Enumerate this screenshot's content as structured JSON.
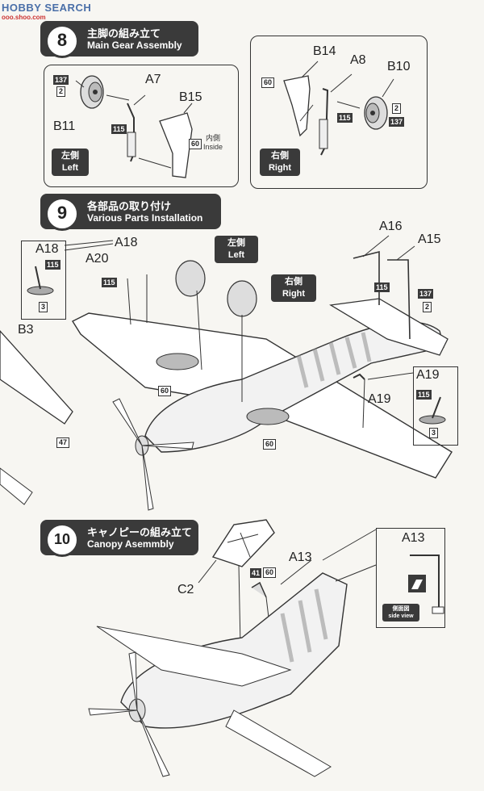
{
  "watermark": {
    "main": "HOBBY SEARCH",
    "sub": "ooo.shoo.com"
  },
  "step8": {
    "number": "8",
    "title_jp": "主脚の組み立て",
    "title_en": "Main Gear Assembly",
    "left_panel": {
      "paints": [
        "137",
        "2",
        "115",
        "60"
      ],
      "parts": [
        "A7",
        "B15",
        "B11"
      ],
      "inside_jp": "内側",
      "inside_en": "Inside",
      "side_jp": "左側",
      "side_en": "Left"
    },
    "right_panel": {
      "paints": [
        "60",
        "115",
        "2",
        "137"
      ],
      "parts": [
        "B14",
        "A8",
        "B10"
      ],
      "side_jp": "右側",
      "side_en": "Right"
    }
  },
  "step9": {
    "number": "9",
    "title_jp": "各部品の取り付け",
    "title_en": "Various Parts Installation",
    "inset_left": {
      "part": "A18",
      "paints": [
        "115",
        "3"
      ]
    },
    "labels": [
      "A18",
      "A20",
      "A16",
      "A15",
      "A19",
      "B3"
    ],
    "paints_main": [
      "115",
      "115",
      "137",
      "2",
      "60",
      "60",
      "47"
    ],
    "left_tag": {
      "jp": "左側",
      "en": "Left"
    },
    "right_tag": {
      "jp": "右側",
      "en": "Right"
    },
    "inset_right": {
      "part": "A19",
      "paints": [
        "115",
        "3"
      ]
    }
  },
  "step10": {
    "number": "10",
    "title_jp": "キャノピーの組み立て",
    "title_en": "Canopy Asemmbly",
    "labels": [
      "C2",
      "A13"
    ],
    "paints": [
      "41",
      "60"
    ],
    "inset": {
      "part": "A13",
      "tag_jp": "側面図",
      "tag_en": "side view"
    }
  }
}
